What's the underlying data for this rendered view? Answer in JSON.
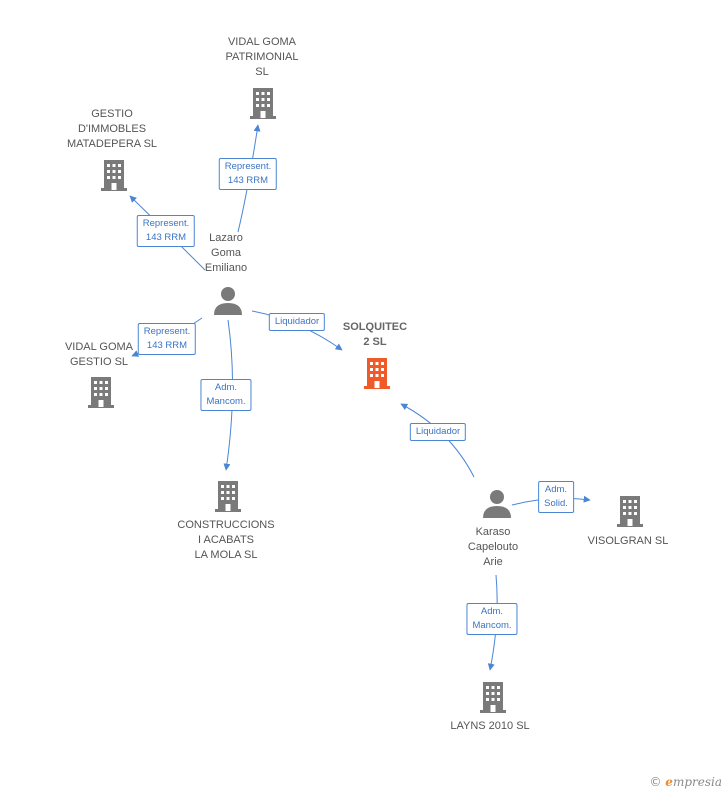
{
  "colors": {
    "company": "#7a7a7a",
    "focus": "#f05a28",
    "person": "#7a7a7a",
    "edge": "#4a86d4"
  },
  "nodes": {
    "vidal_patrimonial": {
      "label": "VIDAL GOMA\nPATRIMONIAL\nSL",
      "icon": "building-icon"
    },
    "gestio_immobles": {
      "label": "GESTIO\nD'IMMOBLES\nMATADEPERA SL",
      "icon": "building-icon"
    },
    "lazaro": {
      "label": "Lazaro\nGoma\nEmiliano",
      "icon": "person-icon"
    },
    "solquitec": {
      "label": "SOLQUITEC\n2 SL",
      "icon": "building-icon"
    },
    "vidal_gestio": {
      "label": "VIDAL GOMA\nGESTIO SL",
      "icon": "building-icon"
    },
    "construccions": {
      "label": "CONSTRUCCIONS\nI ACABATS\nLA MOLA  SL",
      "icon": "building-icon"
    },
    "karaso": {
      "label": "Karaso\nCapelouto\nArie",
      "icon": "person-icon"
    },
    "visolgran": {
      "label": "VISOLGRAN SL",
      "icon": "building-icon"
    },
    "layns": {
      "label": "LAYNS 2010 SL",
      "icon": "building-icon"
    }
  },
  "edges": {
    "lazaro_vidal_patrimonial": "Represent.\n143 RRM",
    "lazaro_gestio": "Represent.\n143 RRM",
    "lazaro_vidal_gestio": "Represent.\n143 RRM",
    "lazaro_solquitec": "Liquidador",
    "lazaro_construccions": "Adm.\nMancom.",
    "karaso_solquitec": "Liquidador",
    "karaso_visolgran": "Adm.\nSolid.",
    "karaso_layns": "Adm.\nMancom."
  },
  "footer": {
    "copyright": "©",
    "brand_initial": "e",
    "brand_rest": "mpresia"
  }
}
